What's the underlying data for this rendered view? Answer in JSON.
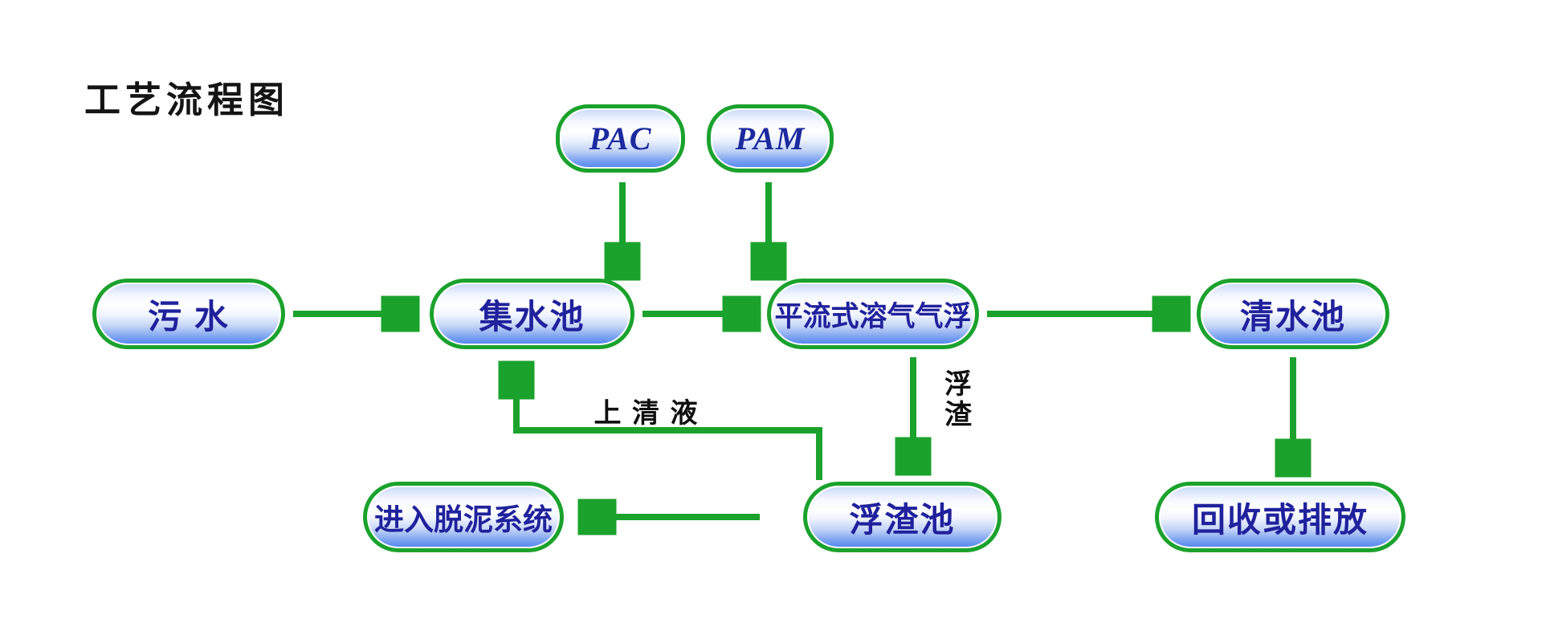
{
  "title": "工艺流程图",
  "colors": {
    "arrow_green": "#1ba22d",
    "node_border_green": "#1ba22d",
    "node_text_navy": "#20219c",
    "node_fill_top": "#c9d7f7",
    "node_fill_bottom": "#4e82ee",
    "label_black": "#101010",
    "background": "#ffffff"
  },
  "nodes": {
    "pac": {
      "label": "PAC"
    },
    "pam": {
      "label": "PAM"
    },
    "wastewater": {
      "label": "污 水"
    },
    "collect": {
      "label": "集水池"
    },
    "daf": {
      "label": "平流式溶气气浮"
    },
    "clearwater": {
      "label": "清水池"
    },
    "desludge": {
      "label": "进入脱泥系统"
    },
    "scumpool": {
      "label": "浮渣池"
    },
    "recycle": {
      "label": "回收或排放"
    }
  },
  "edge_labels": {
    "supernatant": "上 清 液",
    "scum": "浮\n渣"
  },
  "edges": [
    {
      "from": "污 水",
      "to": "集水池",
      "label": ""
    },
    {
      "from": "PAC",
      "to": "集水池",
      "label": ""
    },
    {
      "from": "PAM",
      "to": "平流式溶气气浮",
      "label": ""
    },
    {
      "from": "集水池",
      "to": "平流式溶气气浮",
      "label": ""
    },
    {
      "from": "平流式溶气气浮",
      "to": "清水池",
      "label": ""
    },
    {
      "from": "平流式溶气气浮",
      "to": "浮渣池",
      "label": "浮渣"
    },
    {
      "from": "清水池",
      "to": "回收或排放",
      "label": ""
    },
    {
      "from": "浮渣池",
      "to": "进入脱泥系统",
      "label": ""
    },
    {
      "from": "浮渣池",
      "to": "集水池",
      "label": "上清液"
    }
  ]
}
